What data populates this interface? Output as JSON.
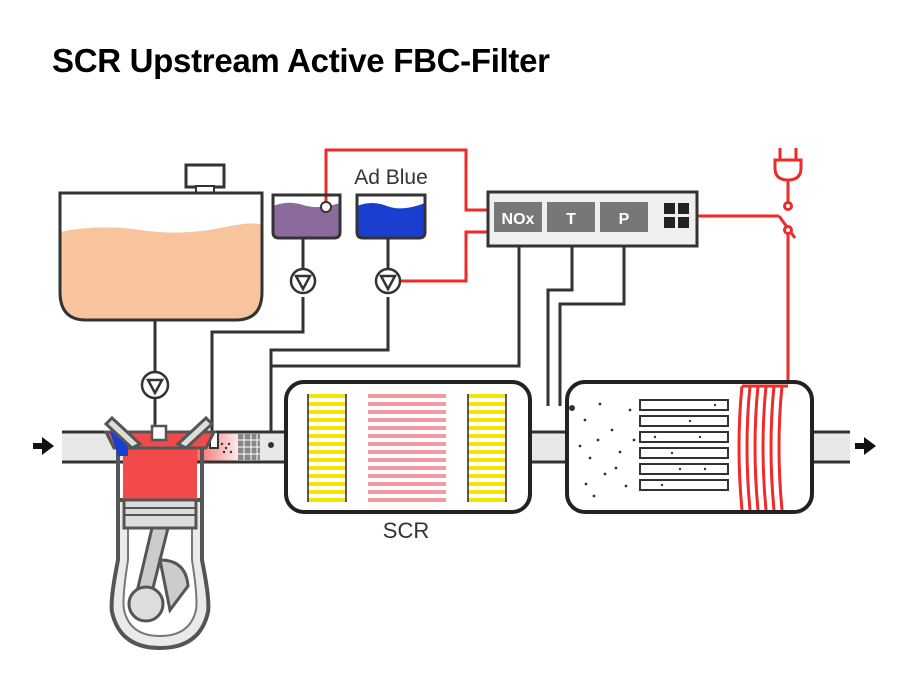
{
  "title": "SCR Upstream Active FBC-Filter",
  "labels": {
    "adblue": "Ad Blue",
    "scr": "SCR",
    "sensor_nox": "NOx",
    "sensor_t": "T",
    "sensor_p": "P"
  },
  "colors": {
    "fuel": "#f7c49e",
    "fbc_additive": "#8b6a9e",
    "adblue": "#1a3fd0",
    "signal_wire": "#ee2a2a",
    "cylinder": "#f24a4a",
    "scr_yellow": "#f5e600",
    "scr_pink": "#f79aa0",
    "pipe": "#e8e8e8",
    "outline": "#3a3a3a"
  }
}
